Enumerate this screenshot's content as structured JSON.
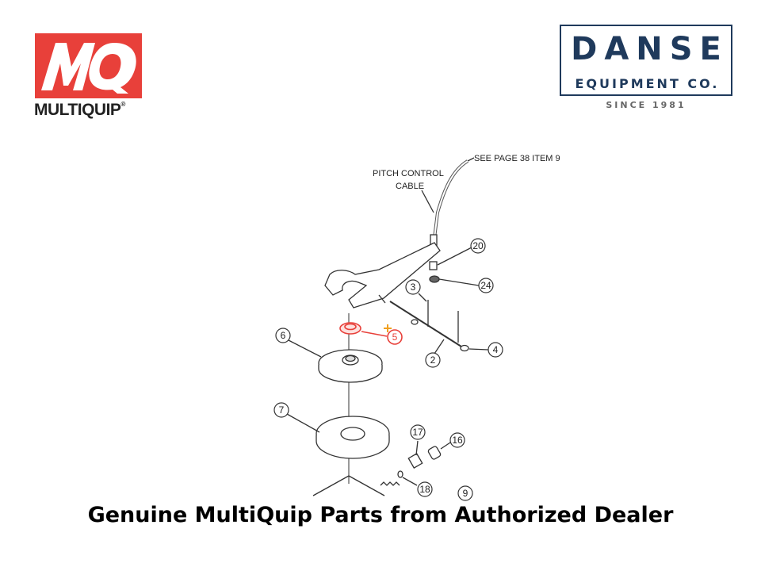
{
  "logos": {
    "multiquip": {
      "mark": "MQ",
      "name": "MULTIQUIP",
      "registered": "®",
      "color": "#e8403a"
    },
    "danse": {
      "title": "DANSE",
      "subtitle": "EQUIPMENT CO.",
      "since": "SINCE 1981",
      "color": "#1f3a5c"
    }
  },
  "diagram": {
    "labels": {
      "see_page": "SEE PAGE 38 ITEM 9",
      "pitch_control_1": "PITCH CONTROL",
      "pitch_control_2": "CABLE"
    },
    "callouts": [
      "20",
      "24",
      "3",
      "5",
      "6",
      "4",
      "2",
      "7",
      "17",
      "16",
      "18",
      "9"
    ],
    "highlight": {
      "callout": "5",
      "color": "#e8403a"
    }
  },
  "caption": "Genuine MultiQuip Parts from Authorized Dealer"
}
